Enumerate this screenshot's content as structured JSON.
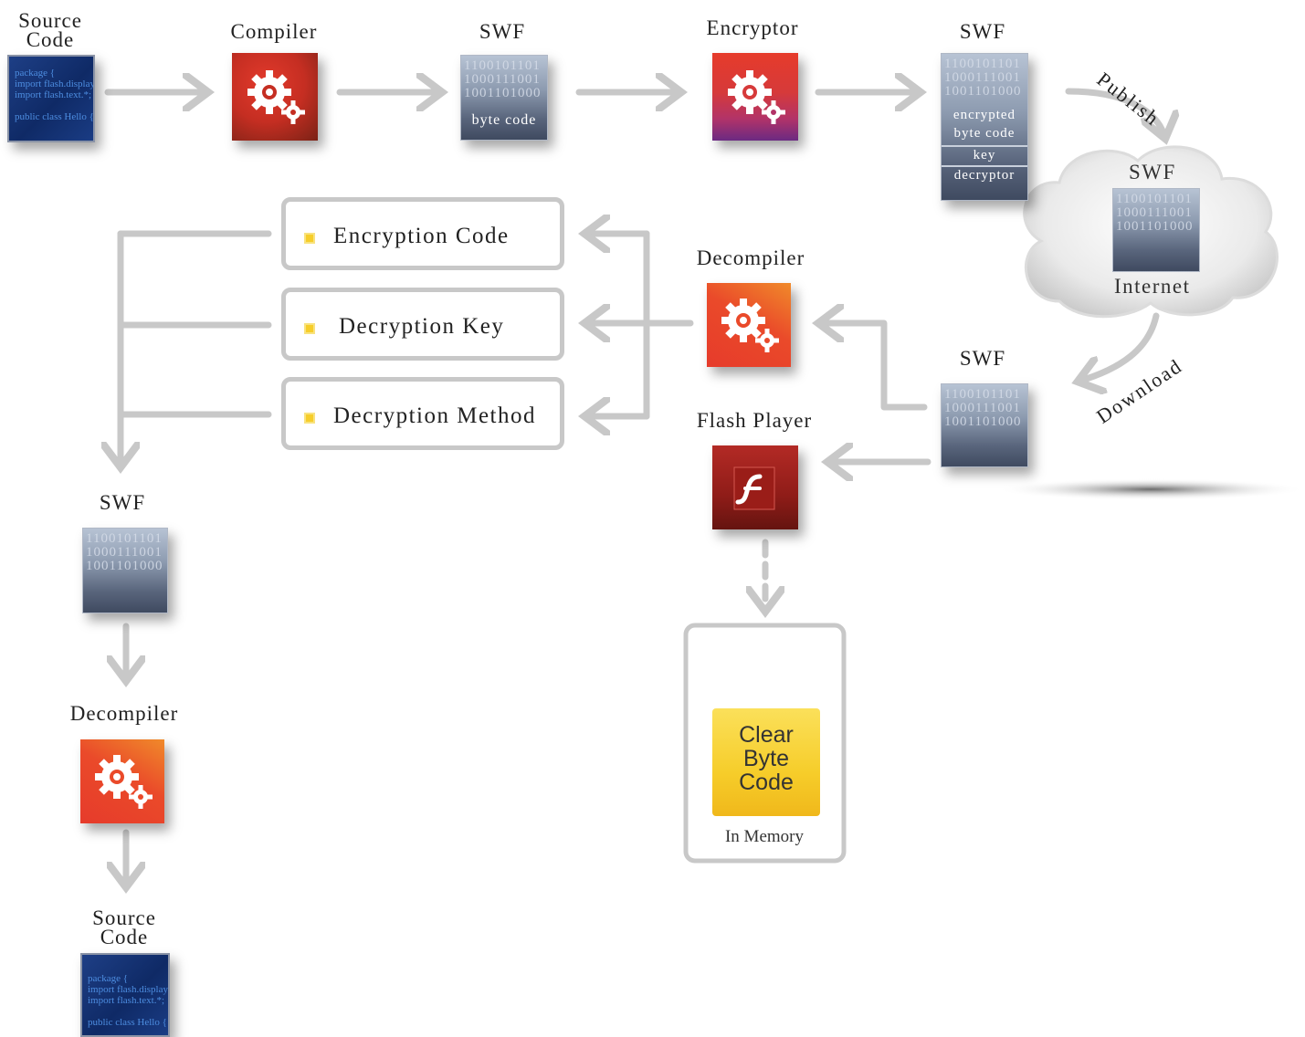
{
  "top_row": {
    "source": {
      "label_line1": "Source",
      "label_line2": "Code",
      "code": [
        "package {",
        "import flash.display.*",
        "import flash.text.*;",
        "",
        "public class Hello {"
      ]
    },
    "compiler": {
      "label": "Compiler"
    },
    "swf1": {
      "label": "SWF",
      "bits": [
        "1100101101",
        "1000111001",
        "1001101000"
      ],
      "caption": "byte code"
    },
    "encryptor": {
      "label": "Encryptor"
    },
    "swf2": {
      "label": "SWF",
      "bits": [
        "1100101101",
        "1000111001",
        "1001101000"
      ],
      "segments": [
        "encrypted",
        "byte code",
        "key",
        "decryptor"
      ]
    }
  },
  "publish_label": "Publish",
  "download_label": "Download",
  "cloud": {
    "swf_label": "SWF",
    "bits": [
      "1100101101",
      "1000111001",
      "1001101000"
    ],
    "internet_label": "Internet"
  },
  "swf3": {
    "label": "SWF",
    "bits": [
      "1100101101",
      "1000111001",
      "1001101000"
    ]
  },
  "decompiler_right": {
    "label": "Decompiler"
  },
  "flash_player": {
    "label": "Flash Player"
  },
  "extract_boxes": [
    {
      "label": "Encryption Code"
    },
    {
      "label": "Decryption Key"
    },
    {
      "label": "Decryption Method"
    }
  ],
  "left_column": {
    "swf": {
      "label": "SWF",
      "bits": [
        "1100101101",
        "1000111001",
        "1001101000"
      ]
    },
    "decompiler": {
      "label": "Decompiler"
    },
    "source": {
      "label_line1": "Source",
      "label_line2": "Code",
      "code": [
        "package {",
        "import flash.display.*;",
        "import flash.text.*;",
        "",
        "public class Hello {"
      ]
    }
  },
  "memory": {
    "clear_line1": "Clear",
    "clear_line2": "Byte",
    "clear_line3": "Code",
    "label": "In Memory"
  }
}
